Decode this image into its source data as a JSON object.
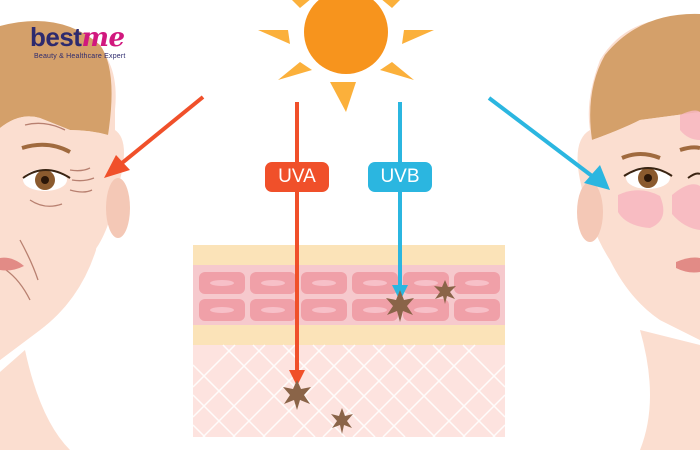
{
  "brand": {
    "name_part1": "best",
    "name_part2": "me",
    "tagline": "Beauty & Healthcare Expert"
  },
  "labels": {
    "uva": "UVA",
    "uvb": "UVB"
  },
  "colors": {
    "uva": "#f0502a",
    "uvb": "#2bb6e0",
    "sun": "#f7941d",
    "sun_rays": "#fbb03b",
    "skin_face": "#fbded0",
    "hair": "#d4a06a",
    "epidermis": "#f6c9cd",
    "cell": "#f0a0a8",
    "stratum": "#fbe3b8",
    "dermis": "#fde3df",
    "damage": "#8a6448",
    "brand_primary": "#2d2a6e",
    "brand_accent": "#d1187e"
  },
  "icons": {
    "sun": "sun-icon",
    "damage": "damage-spot-icon",
    "arrow": "arrow-icon"
  }
}
